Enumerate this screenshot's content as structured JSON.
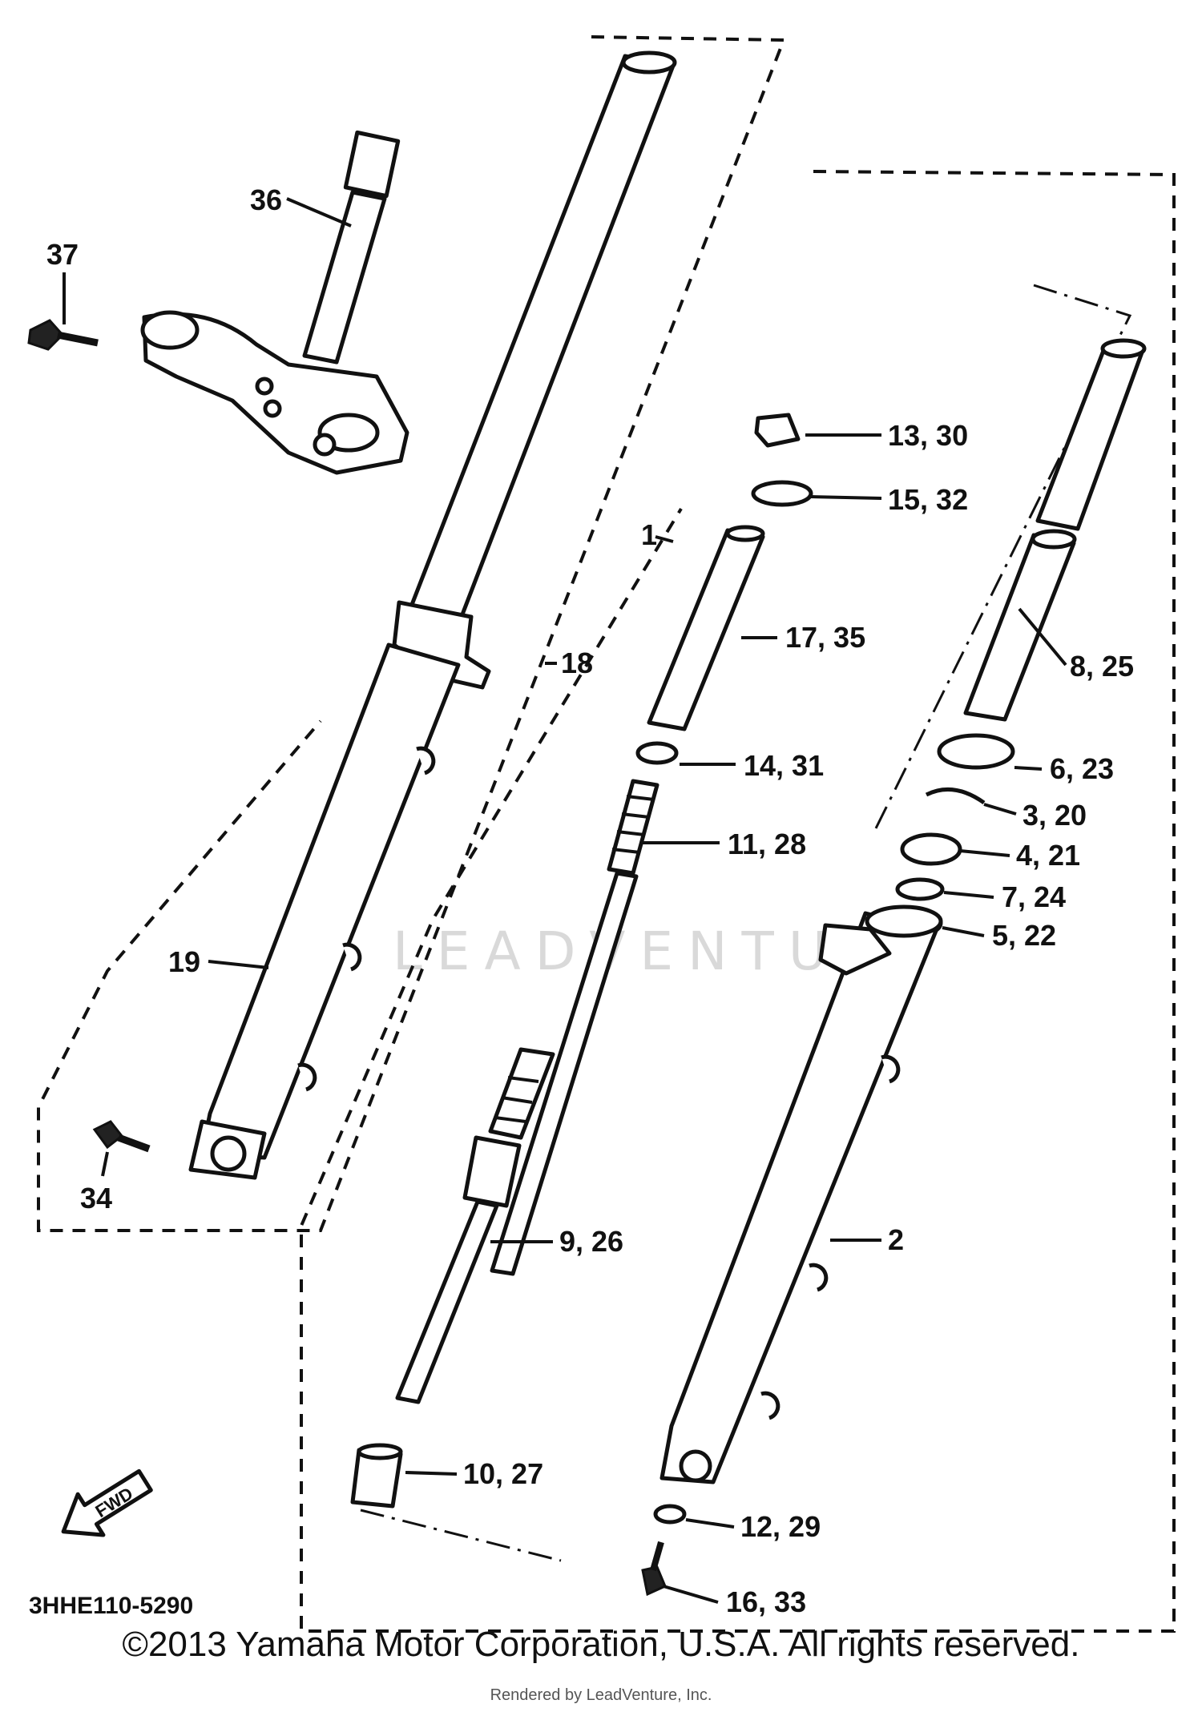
{
  "diagram": {
    "code": "3HHE110-5290",
    "fwd_label": "FWD",
    "watermark": "LEADVENTURE",
    "copyright": "©2013 Yamaha Motor Corporation, U.S.A. All rights reserved.",
    "rendered_by": "Rendered by LeadVenture, Inc."
  },
  "callouts": [
    {
      "id": "36",
      "text": "36"
    },
    {
      "id": "37",
      "text": "37"
    },
    {
      "id": "19",
      "text": "19"
    },
    {
      "id": "34",
      "text": "34"
    },
    {
      "id": "18",
      "text": "18"
    },
    {
      "id": "1",
      "text": "1"
    },
    {
      "id": "13_30",
      "text": "13, 30"
    },
    {
      "id": "15_32",
      "text": "15, 32"
    },
    {
      "id": "17_35",
      "text": "17, 35"
    },
    {
      "id": "14_31",
      "text": "14, 31"
    },
    {
      "id": "11_28",
      "text": "11, 28"
    },
    {
      "id": "9_26",
      "text": "9, 26"
    },
    {
      "id": "10_27",
      "text": "10, 27"
    },
    {
      "id": "12_29",
      "text": "12, 29"
    },
    {
      "id": "16_33",
      "text": "16, 33"
    },
    {
      "id": "8_25",
      "text": "8, 25"
    },
    {
      "id": "6_23",
      "text": "6, 23"
    },
    {
      "id": "3_20",
      "text": "3, 20"
    },
    {
      "id": "4_21",
      "text": "4, 21"
    },
    {
      "id": "7_24",
      "text": "7, 24"
    },
    {
      "id": "5_22",
      "text": "5, 22"
    },
    {
      "id": "2",
      "text": "2"
    }
  ]
}
